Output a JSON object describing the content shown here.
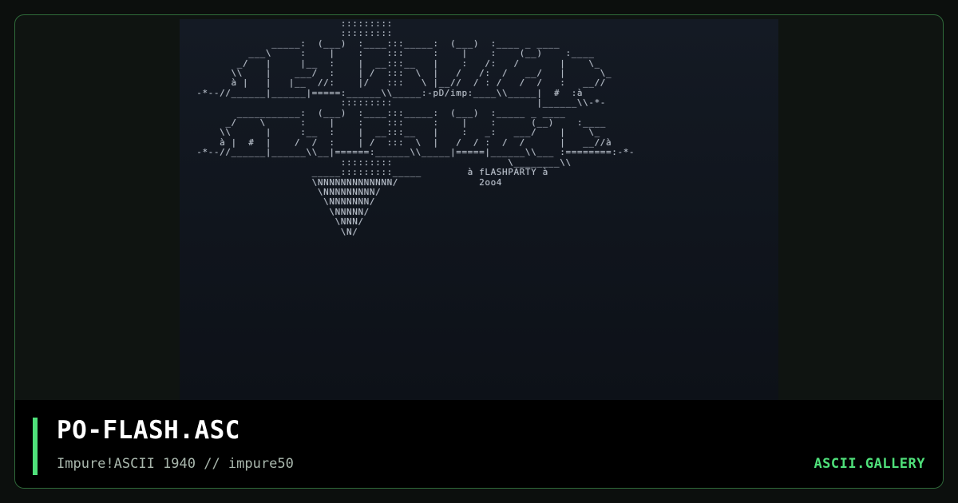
{
  "art": {
    "text": "                          :::::::::\n                          :::::::::\n              _____:  (___)  :____:::_____:  (___)  :____ _ ____\n          ___\\     :    |    :    :::     :    |    :    (__)    :____\n        _/   |     |__  :    |  __:::__   |    :   /:   /       |    \\_\n       \\\\    |    ___/  :    | /  :::  \\  |   /   /:  /   __/   |      \\_\n       à |   |   |__  //:    |/   :::   \\ |__//  / : /   /  /   :   __//\n -*--//______|______|=====:______\\\\_____:-pD/imp:____\\\\_____|  #  :à\n                          :::::::::                         |______\\\\-*-\n        ___________:  (___)  :____:::_____:  (___)  :_____ _ ____\n      _/    \\      :    |    :    :::     :    |    :      (__)    :____\n     \\\\      |     :__  :    |  __:::__   |    :   _:   ___/    |    \\_\n     à |  #  |    /  /  :    | /  :::  \\  |   /  / :  /  /      |   __//à\n -*--//______|______\\\\__|======:______\\\\_____|=====|______\\\\___ :========:-*-\n                          :::::::::                    \\________\\\\\n                     _____:::::::::_____        à fLASHPARTY à\n                     \\NNNNNNNNNNNNN/              2oo4\n                      \\NNNNNNNNN/\n                       \\NNNNNNN/\n                        \\NNNNN/\n                         \\NNN/\n                          \\N/"
  },
  "footer": {
    "title": "PO-FLASH.ASC",
    "subtitle": "Impure!ASCII 1940 // impure50",
    "brand": "ASCII.GALLERY"
  },
  "colors": {
    "accent": "#4fe07a",
    "frame_border": "#2f6b3a",
    "art_text": "#b6bdc7"
  }
}
